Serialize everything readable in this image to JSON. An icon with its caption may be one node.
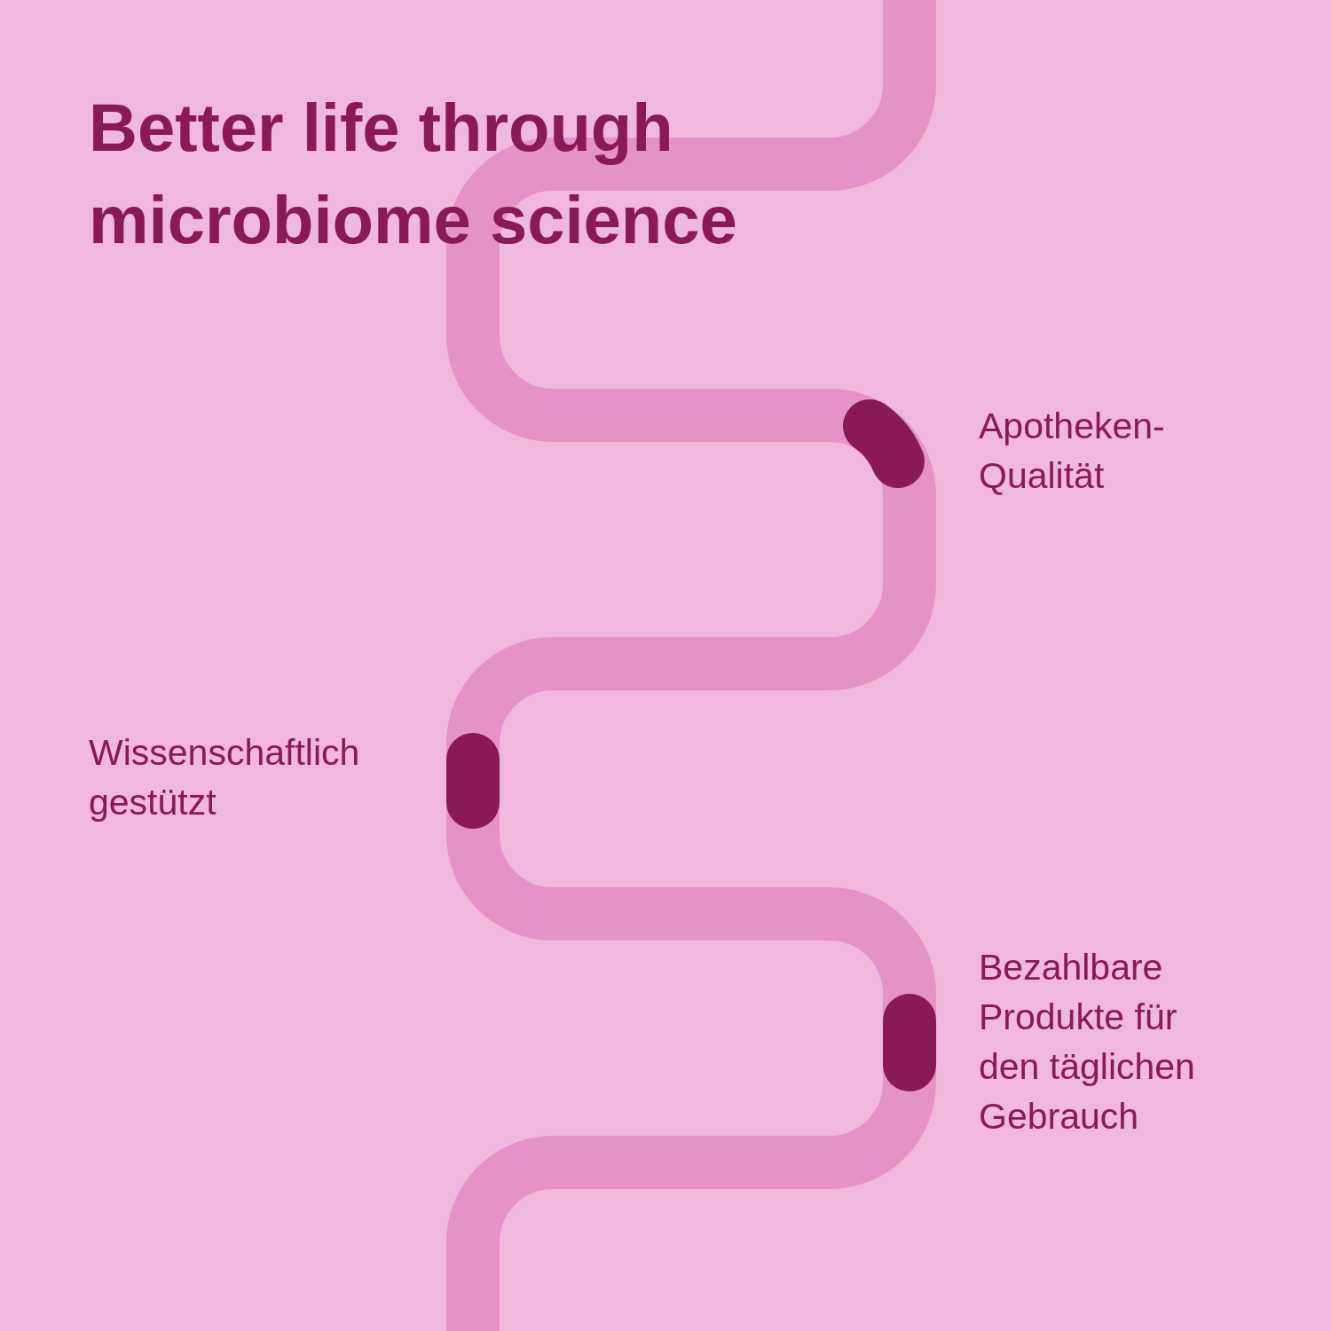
{
  "diagram": {
    "title": "Better life through microbiome science",
    "labels": [
      "Apotheken-Qualität",
      "Wissenschaftlich gestützt",
      "Bezahlbare Produkte für den täglichen Gebrauch"
    ]
  }
}
